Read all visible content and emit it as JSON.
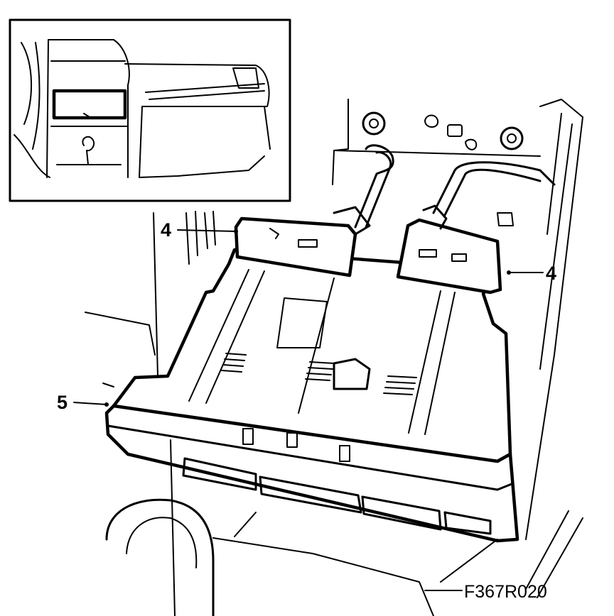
{
  "figure": {
    "code": "F367R020"
  },
  "callouts": {
    "top_left": "4",
    "right": "4",
    "left": "5"
  }
}
